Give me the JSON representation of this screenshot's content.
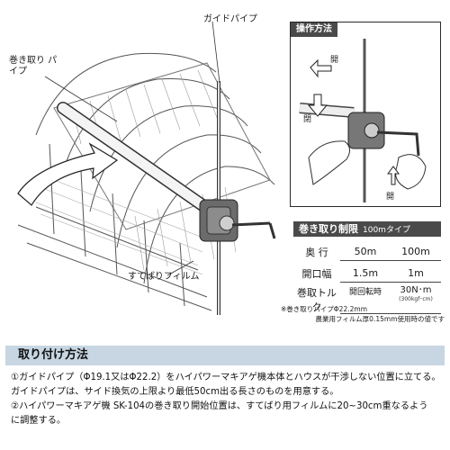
{
  "illustration": {
    "label_takeup_pipe": "巻き取り パイプ",
    "label_guide_pipe": "ガイドパイプ",
    "label_film": "すてばりフィルム"
  },
  "operation": {
    "title": "操作方法",
    "open_label_top": "開",
    "close_label": "閉",
    "open_label_bottom": "開"
  },
  "spec": {
    "title": "巻き取り制限",
    "type": "100mタイプ",
    "rows": [
      {
        "label": "奥 行",
        "v1": "50m",
        "v2": "100m"
      },
      {
        "label": "開口幅",
        "v1": "1.5m",
        "v2": "1m"
      }
    ],
    "torque": {
      "label": "巻取トルク",
      "sub_label": "開回転時",
      "value": "30N･m",
      "value_sub": "(300kgf･cm)"
    },
    "notes": [
      "※巻き取りパイプΦ22.2mm",
      "農業用フィルム厚0.15mm使用時の値です"
    ]
  },
  "install": {
    "title": "取り付け方法",
    "lines": [
      "①ガイドパイプ（Φ19.1又はΦ22.2）をハイパワーマキアゲ機本体とハウスが干渉しない位置に立てる。",
      "ガイドパイプは、サイド換気の上限より最低50cm出る長さのものを用意する。",
      "②ハイパワーマキアゲ機 SK-104の巻き取り開始位置は、すてばり用フィルムに20~30cm重なるよう",
      "に調整する。"
    ]
  }
}
